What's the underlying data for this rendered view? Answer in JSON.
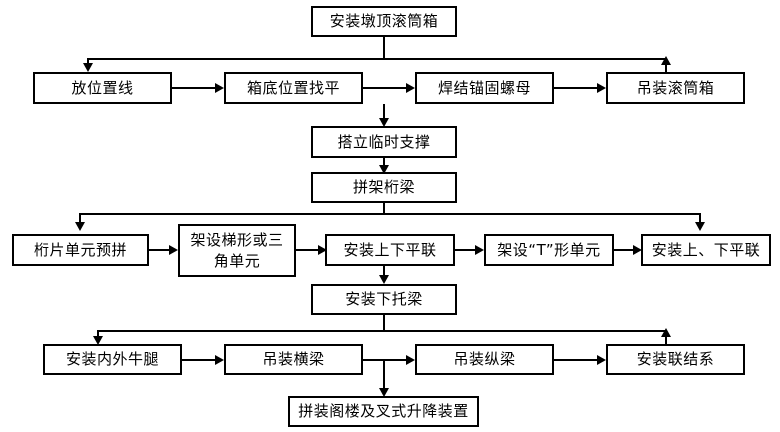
{
  "diagram": {
    "type": "flowchart",
    "title": "",
    "orientation": "top-to-bottom",
    "nodes": [
      {
        "id": "n1",
        "label": "安装墩顶滚筒箱",
        "row": 1
      },
      {
        "id": "n2",
        "label": "放位置线",
        "row": 2
      },
      {
        "id": "n3",
        "label": "箱底位置找平",
        "row": 2
      },
      {
        "id": "n4",
        "label": "焊结锚固螺母",
        "row": 2
      },
      {
        "id": "n5",
        "label": "吊装滚筒箱",
        "row": 2
      },
      {
        "id": "n6",
        "label": "搭立临时支撑",
        "row": 3
      },
      {
        "id": "n7",
        "label": "拼架桁梁",
        "row": 4
      },
      {
        "id": "n8",
        "label": "桁片单元预拼",
        "row": 5
      },
      {
        "id": "n9",
        "label": "架设梯形或三\n角单元",
        "row": 5
      },
      {
        "id": "n10",
        "label": "安装上下平联",
        "row": 5
      },
      {
        "id": "n11",
        "label": "架设“T”形单元",
        "row": 5
      },
      {
        "id": "n12",
        "label": "安装上、下平联",
        "row": 5
      },
      {
        "id": "n13",
        "label": "安装下托梁",
        "row": 6
      },
      {
        "id": "n14",
        "label": "安装内外牛腿",
        "row": 7
      },
      {
        "id": "n15",
        "label": "吊装横梁",
        "row": 7
      },
      {
        "id": "n16",
        "label": "吊装纵梁",
        "row": 7
      },
      {
        "id": "n17",
        "label": "安装联结系",
        "row": 7
      },
      {
        "id": "n18",
        "label": "拼装阁楼及叉式升降装置",
        "row": 8
      }
    ],
    "edges": [
      {
        "from": "n1",
        "to": "n2",
        "kind": "distribute-down"
      },
      {
        "from": "n2",
        "to": "n3",
        "kind": "right"
      },
      {
        "from": "n3",
        "to": "n4",
        "kind": "right"
      },
      {
        "from": "n4",
        "to": "n5",
        "kind": "right"
      },
      {
        "from": "n5",
        "to": "n1",
        "kind": "up-return"
      },
      {
        "from": "n3",
        "to": "n6",
        "kind": "down"
      },
      {
        "from": "n6",
        "to": "n7",
        "kind": "down"
      },
      {
        "from": "n7",
        "to": "n8",
        "kind": "distribute-down"
      },
      {
        "from": "n8",
        "to": "n9",
        "kind": "right"
      },
      {
        "from": "n9",
        "to": "n10",
        "kind": "right"
      },
      {
        "from": "n10",
        "to": "n11",
        "kind": "right"
      },
      {
        "from": "n11",
        "to": "n12",
        "kind": "right"
      },
      {
        "from": "n7",
        "to": "n12",
        "kind": "distribute-down"
      },
      {
        "from": "n10",
        "to": "n13",
        "kind": "down"
      },
      {
        "from": "n13",
        "to": "n14",
        "kind": "distribute-down"
      },
      {
        "from": "n14",
        "to": "n15",
        "kind": "right"
      },
      {
        "from": "n15",
        "to": "n16",
        "kind": "right"
      },
      {
        "from": "n16",
        "to": "n17",
        "kind": "right"
      },
      {
        "from": "n17",
        "to": "n13",
        "kind": "up-return"
      },
      {
        "from": "n15",
        "to": "n18",
        "kind": "down"
      }
    ],
    "colors": {
      "stroke": "#000000",
      "fill": "#ffffff",
      "text": "#000000"
    }
  }
}
